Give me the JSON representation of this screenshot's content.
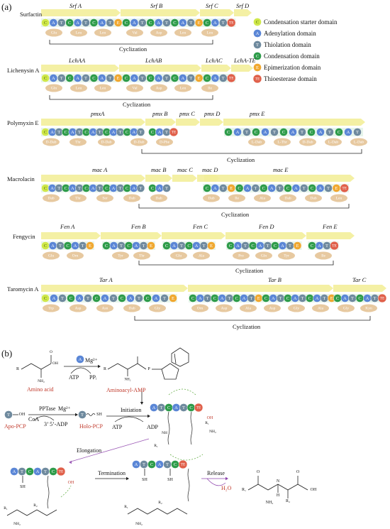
{
  "panel_a": "(a)",
  "panel_b": "(b)",
  "legend": [
    {
      "symbol": "C",
      "text": "Condensation starter domain",
      "color": "#cfe84a"
    },
    {
      "symbol": "A",
      "text": "Adenylation domain",
      "color": "#5a86d6"
    },
    {
      "symbol": "T",
      "text": "Thiolation domain",
      "color": "#6f8a9e"
    },
    {
      "symbol": "C",
      "text": "Condensation domain",
      "color": "#2e9c4a"
    },
    {
      "symbol": "E",
      "text": "Epimerization domain",
      "color": "#f0a830"
    },
    {
      "symbol": "TE",
      "text": "Thioesterase domain",
      "color": "#e0604a"
    }
  ],
  "cyclization_label": "Cyclization",
  "lipopeptides": [
    {
      "name": "Surfactin",
      "genes": [
        "Srf A",
        "Srf B",
        "Srf C",
        "Srf D"
      ]
    },
    {
      "name": "Lichenysin A",
      "genes": [
        "LchAA",
        "LchAB",
        "LchAC",
        "LchA-TE"
      ]
    },
    {
      "name": "Polymyxin E",
      "genes": [
        "pmxA",
        "pmx B",
        "pmx C",
        "pmx D",
        "pmx E"
      ]
    },
    {
      "name": "Macrolacin",
      "genes": [
        "mac A",
        "mac B",
        "mac C",
        "mac D",
        "mac E"
      ]
    },
    {
      "name": "Fengycin",
      "genes": [
        "Fen A",
        "Fen B",
        "Fen C",
        "Fen D",
        "Fen E"
      ]
    },
    {
      "name": "Taromycin A",
      "genes": [
        "Tar A",
        "Tar B",
        "Tar C"
      ]
    }
  ],
  "residues": {
    "surfactin": [
      "Glu",
      "Leu",
      "Leu",
      "Val",
      "Asp",
      "Leu",
      "Leu"
    ],
    "lichenysin": [
      "Gln",
      "Leu",
      "Leu",
      "Val",
      "Asp",
      "Leu",
      "Ile"
    ],
    "polymyxin": [
      "D-Dab",
      "Thr",
      "D-Dab",
      "D-Dab",
      "D-Phe",
      "L-Dab",
      "L-Thr",
      "D-Dab",
      "L-Dab",
      "L-Dab"
    ],
    "macrolacin": [
      "Dab",
      "Thr",
      "Ser",
      "Dab",
      "Dab",
      "Dab",
      "Ile",
      "Ala",
      "Dab",
      "Dab",
      "Leu"
    ],
    "fengycin": [
      "Glu",
      "Orn",
      "Tyr",
      "Thr",
      "Glu",
      "Ala",
      "Pro",
      "Gln",
      "Tyr",
      "Ile"
    ],
    "taromycin": [
      "Trp",
      "Asp",
      "Asn",
      "Dab",
      "Gly",
      "Orn",
      "Asp",
      "Ala",
      "Asp",
      "Gly",
      "Ala",
      "Gly",
      "Kyn"
    ]
  },
  "mechanism": {
    "amino_acid": "Amino acid",
    "aminoacyl_amp": "Aminoacyl-AMP",
    "mg": "Mg²⁺",
    "atp": "ATP",
    "ppi": "PPᵢ",
    "a_symbol": "A",
    "apo_pcp": "Apo-PCP",
    "holo_pcp": "Holo-PCP",
    "pptase": "PPTase",
    "coa": "CoA",
    "adp35": "3’ 5’-ADP",
    "initiation": "Initiation",
    "adp": "ADP",
    "elongation": "Elongation",
    "termination": "Termination",
    "release": "Release",
    "water": "H₂O",
    "sh": "SH",
    "oh": "OH",
    "t_symbol": "T",
    "module_domains": [
      "A",
      "T",
      "C",
      "A",
      "T",
      "C",
      "TE"
    ]
  }
}
